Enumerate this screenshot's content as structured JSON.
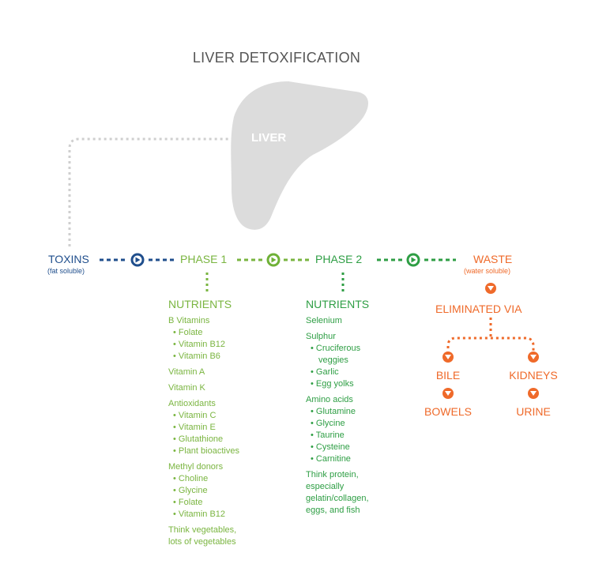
{
  "title": "LIVER DETOXIFICATION",
  "liver_label": "LIVER",
  "colors": {
    "navy": "#1f4e8c",
    "phase1_green": "#7ab540",
    "phase2_green": "#2e9e44",
    "orange": "#ef6a2a",
    "liver_gray": "#dcdcdc",
    "dotted_gray": "#cfcfcf"
  },
  "flow": {
    "toxins": {
      "label": "TOXINS",
      "sub": "(fat soluble)"
    },
    "phase1": {
      "label": "PHASE 1"
    },
    "phase2": {
      "label": "PHASE 2"
    },
    "waste": {
      "label": "WASTE",
      "sub": "(water soluble)"
    }
  },
  "phase1_nutrients": {
    "heading": "NUTRIENTS",
    "b_vitamins": {
      "label": "B Vitamins",
      "items": [
        "• Folate",
        "• Vitamin B12",
        "• Vitamin B6"
      ]
    },
    "vitamin_a": "Vitamin A",
    "vitamin_k": "Vitamin K",
    "antioxidants": {
      "label": "Antioxidants",
      "items": [
        "• Vitamin C",
        "• Vitamin E",
        "• Glutathione",
        "• Plant bioactives"
      ]
    },
    "methyl_donors": {
      "label": "Methyl donors",
      "items": [
        "• Choline",
        "• Glycine",
        "• Folate",
        "• Vitamin B12"
      ]
    },
    "think": [
      "Think vegetables,",
      "lots of vegetables"
    ]
  },
  "phase2_nutrients": {
    "heading": "NUTRIENTS",
    "selenium": "Selenium",
    "sulphur": {
      "label": "Sulphur",
      "items": [
        "• Cruciferous",
        "veggies",
        "• Garlic",
        "• Egg yolks"
      ]
    },
    "amino_acids": {
      "label": "Amino acids",
      "items": [
        "• Glutamine",
        "• Glycine",
        "• Taurine",
        "• Cysteine",
        "• Carnitine"
      ]
    },
    "think": [
      "Think protein,",
      "especially",
      "gelatin/collagen,",
      "eggs, and fish"
    ]
  },
  "elimination": {
    "heading": "ELIMINATED VIA",
    "bile": "BILE",
    "kidneys": "KIDNEYS",
    "bowels": "BOWELS",
    "urine": "URINE"
  },
  "icons": {
    "play_arrow": "play-circle-icon",
    "down_arrow": "down-triangle-circle-icon"
  }
}
